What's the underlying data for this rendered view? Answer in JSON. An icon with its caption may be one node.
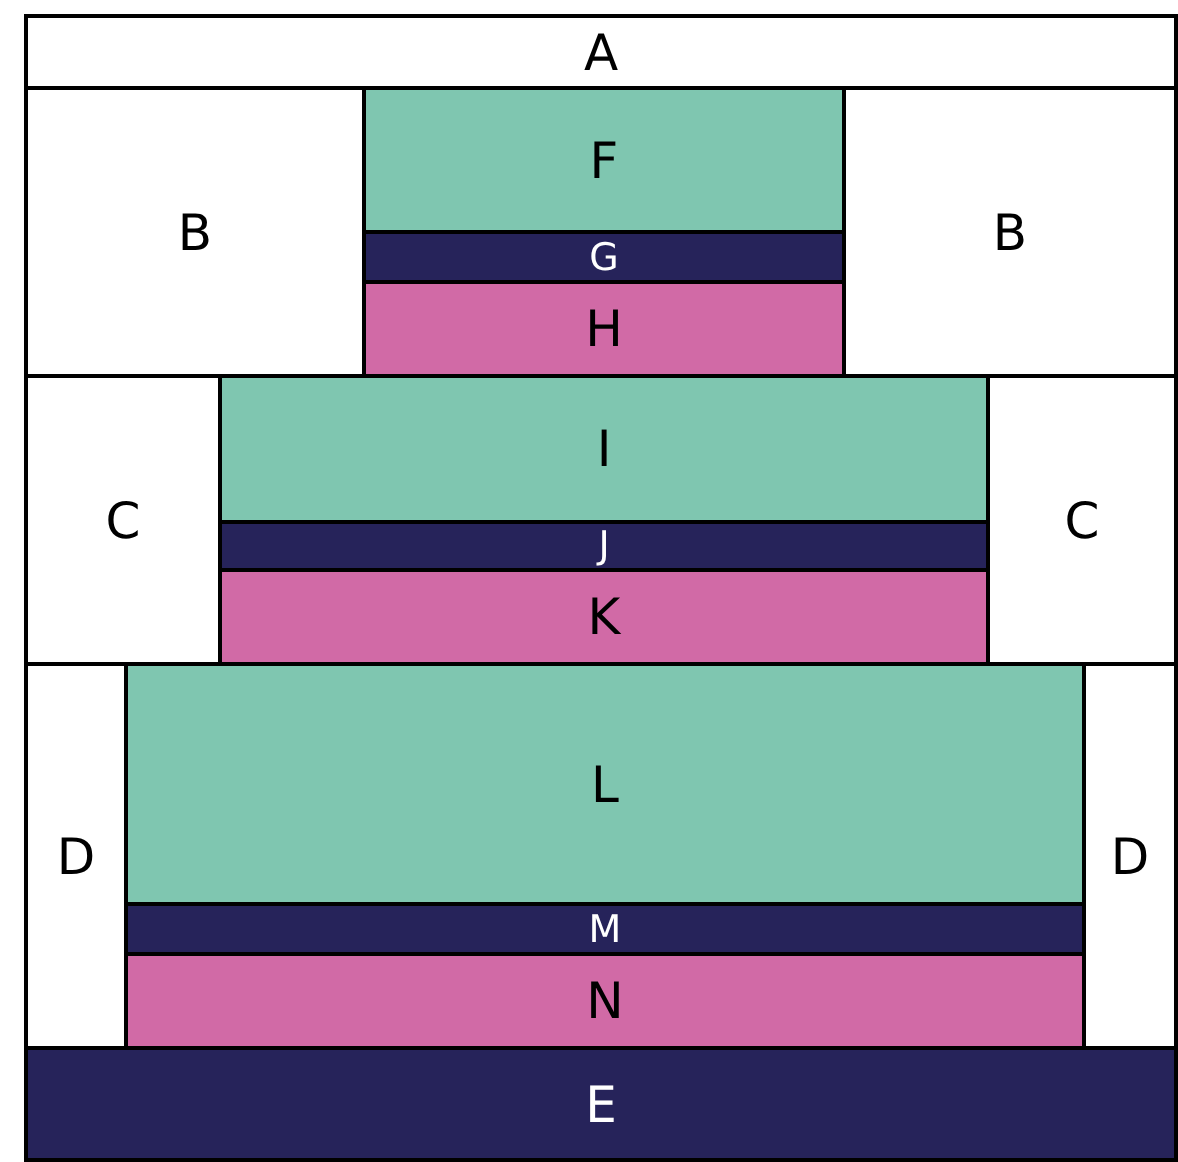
{
  "diagram": {
    "nodes": [
      {
        "text": [
          "A"
        ]
      },
      {
        "text": [
          "B"
        ]
      },
      {
        "text": [
          "F"
        ]
      },
      {
        "text": [
          "G"
        ]
      },
      {
        "text": [
          "H"
        ]
      },
      {
        "text": [
          "B"
        ]
      },
      {
        "text": [
          "C"
        ]
      },
      {
        "text": [
          "I"
        ]
      },
      {
        "text": [
          "J"
        ]
      },
      {
        "text": [
          "K"
        ]
      },
      {
        "text": [
          "C"
        ]
      },
      {
        "text": [
          "D"
        ]
      },
      {
        "text": [
          "L"
        ]
      },
      {
        "text": [
          "M"
        ]
      },
      {
        "text": [
          "N"
        ]
      },
      {
        "text": [
          "D"
        ]
      },
      {
        "text": [
          "E"
        ]
      }
    ]
  }
}
